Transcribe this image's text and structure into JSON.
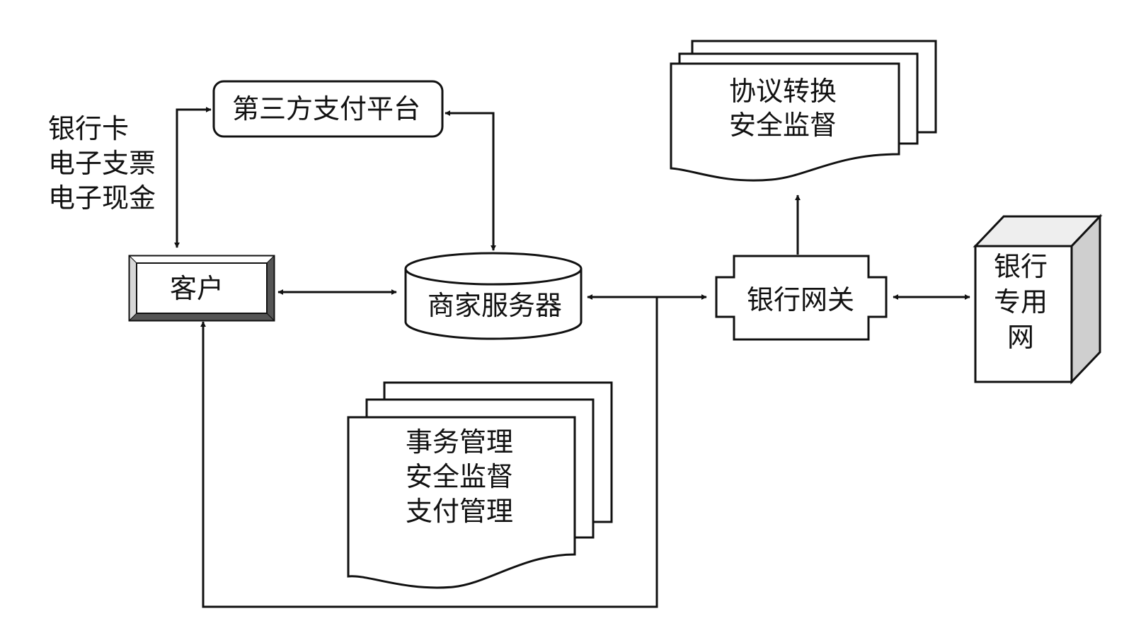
{
  "payment_methods": [
    "银行卡",
    "电子支票",
    "电子现金"
  ],
  "nodes": {
    "third_party": "第三方支付平台",
    "customer": "客户",
    "merchant_server": "商家服务器",
    "bank_gateway": "银行网关",
    "bank_network": [
      "银行",
      "专用",
      "网"
    ]
  },
  "docs": {
    "gateway_doc": [
      "协议转换",
      "安全监督"
    ],
    "merchant_doc": [
      "事务管理",
      "安全监督",
      "支付管理"
    ]
  },
  "colors": {
    "line": "#111111",
    "fill": "#ffffff",
    "shade": "#d0d0d0",
    "dark": "#555555"
  }
}
